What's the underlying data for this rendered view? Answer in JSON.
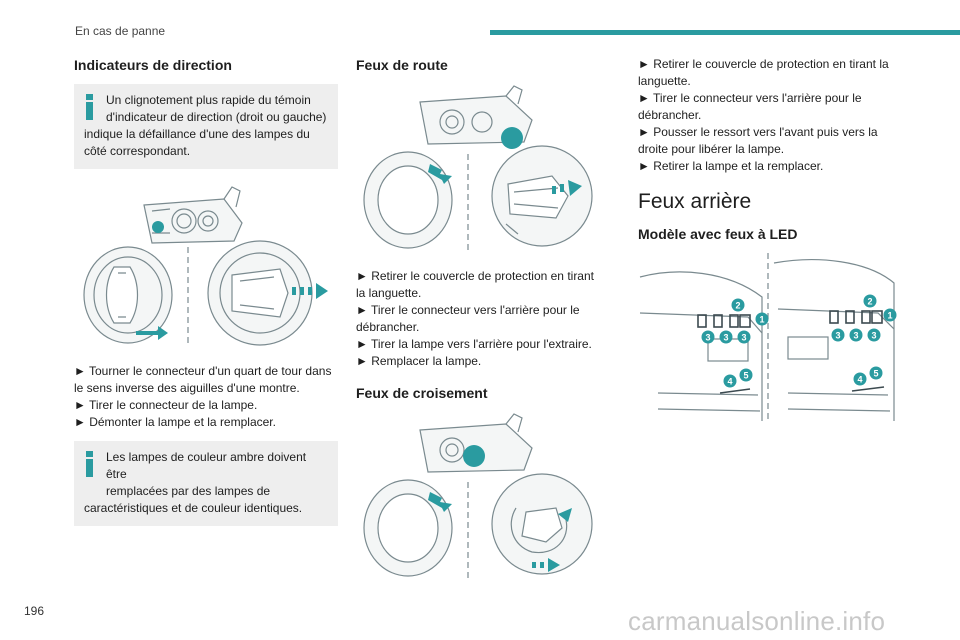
{
  "header": {
    "section": "En cas de panne",
    "accent": "#2a9ba0"
  },
  "page_number": "196",
  "watermark": "carmanualsonline.info",
  "col1": {
    "heading": "Indicateurs de direction",
    "info1_line1": "Un clignotement plus rapide du témoin",
    "info1_line2": "d'indicateur de direction (droit ou gauche)",
    "info1_rest": "indique la défaillance d'une des lampes du côté correspondant.",
    "steps": [
      "► Tourner le connecteur d'un quart de tour dans le sens inverse des aiguilles d'une montre.",
      "► Tirer le connecteur de la lampe.",
      "► Démonter la lampe et la remplacer."
    ],
    "info2_line1": "Les lampes de couleur ambre doivent être",
    "info2_line2": "remplacées par des lampes de",
    "info2_rest": "caractéristiques et de couleur identiques."
  },
  "col2": {
    "heading_main": "Feux de route",
    "steps_main": [
      "► Retirer le couvercle de protection en tirant la languette.",
      "► Tirer le connecteur vers l'arrière pour le débrancher.",
      "► Tirer la lampe vers l'arrière pour l'extraire.",
      "► Remplacer la lampe."
    ],
    "heading_low": "Feux de croisement"
  },
  "col3": {
    "steps": [
      "► Retirer le couvercle de protection en tirant la languette.",
      "► Tirer le connecteur vers l'arrière pour le débrancher.",
      "► Pousser le ressort vers l'avant puis vers la droite pour libérer la lampe.",
      "► Retirer la lampe et la remplacer."
    ],
    "section_title": "Feux arrière",
    "subheading": "Modèle avec feux à LED",
    "callouts_left": [
      "2",
      "1",
      "3",
      "3",
      "3",
      "4",
      "5"
    ],
    "callouts_right": [
      "2",
      "1",
      "3",
      "3",
      "3",
      "4",
      "5"
    ]
  }
}
